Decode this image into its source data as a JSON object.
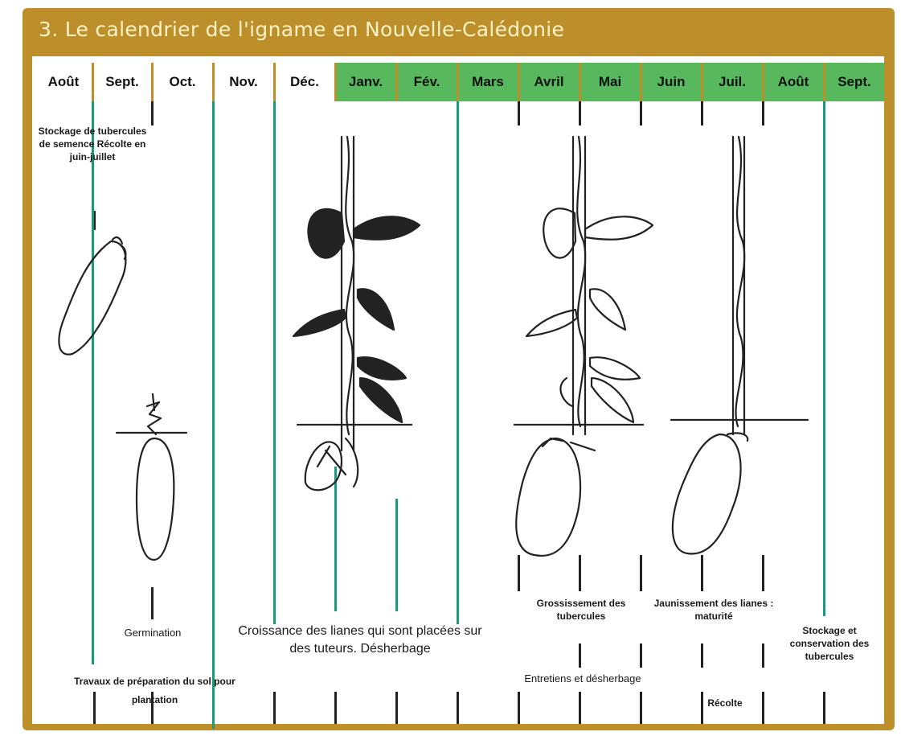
{
  "title": "3. Le calendrier de l'igname en Nouvelle-Calédonie",
  "months": [
    {
      "label": "Août",
      "color": "white"
    },
    {
      "label": "Sept.",
      "color": "white"
    },
    {
      "label": "Oct.",
      "color": "white"
    },
    {
      "label": "Nov.",
      "color": "white"
    },
    {
      "label": "Déc.",
      "color": "white"
    },
    {
      "label": "Janv.",
      "color": "green"
    },
    {
      "label": "Fév.",
      "color": "green"
    },
    {
      "label": "Mars",
      "color": "green"
    },
    {
      "label": "Avril",
      "color": "green"
    },
    {
      "label": "Mai",
      "color": "green"
    },
    {
      "label": "Juin",
      "color": "green"
    },
    {
      "label": "Juil.",
      "color": "green"
    },
    {
      "label": "Août",
      "color": "green"
    },
    {
      "label": "Sept.",
      "color": "green"
    }
  ],
  "labels": {
    "storage_top": "Stockage de tubercules de semence Récolte en juin-juillet",
    "germination": "Germination",
    "soil_prep": "Travaux de préparation du sol pour plantation",
    "vine_growth": "Croissance des lianes qui sont placées sur des tuteurs. Désherbage",
    "tuber_growth": "Grossissement des tubercules",
    "maintenance": "Entretiens et désherbage",
    "vine_yellowing": "Jaunissement des lianes : maturité",
    "harvest": "Récolte",
    "storage_end": "Stockage et conservation des tubercules"
  },
  "colors": {
    "frame": "#bd8f2a",
    "header_green": "#58b85e",
    "season_line": "#1a9a7a",
    "title_text": "#fff2c8"
  },
  "icons": [
    "yam-tuber-icon",
    "sprouting-tuber-icon",
    "staked-yam-plant-icon",
    "mature-yam-plant-icon",
    "yellowing-vine-icon"
  ]
}
